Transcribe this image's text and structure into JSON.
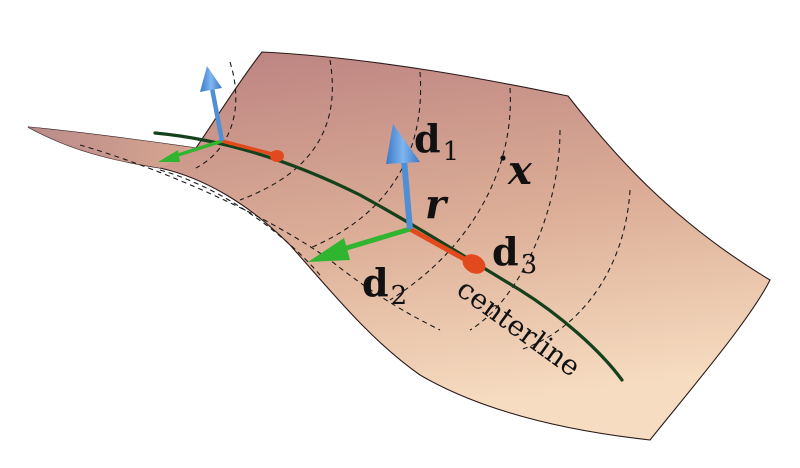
{
  "labels": {
    "d1": {
      "main": "d",
      "sub": "1"
    },
    "d2": {
      "main": "d",
      "sub": "2"
    },
    "d3": {
      "main": "d",
      "sub": "3"
    },
    "r": "r",
    "x": "x",
    "centerline": "centerline"
  },
  "colors": {
    "surface_top": "#b97f7f",
    "surface_mid": "#e0b49a",
    "surface_bottom": "#f6dcc0",
    "centerline": "#14401c",
    "d1_blue": "#4f8fd6",
    "d2_green": "#2fb52f",
    "d3_orange": "#e24a1d"
  }
}
